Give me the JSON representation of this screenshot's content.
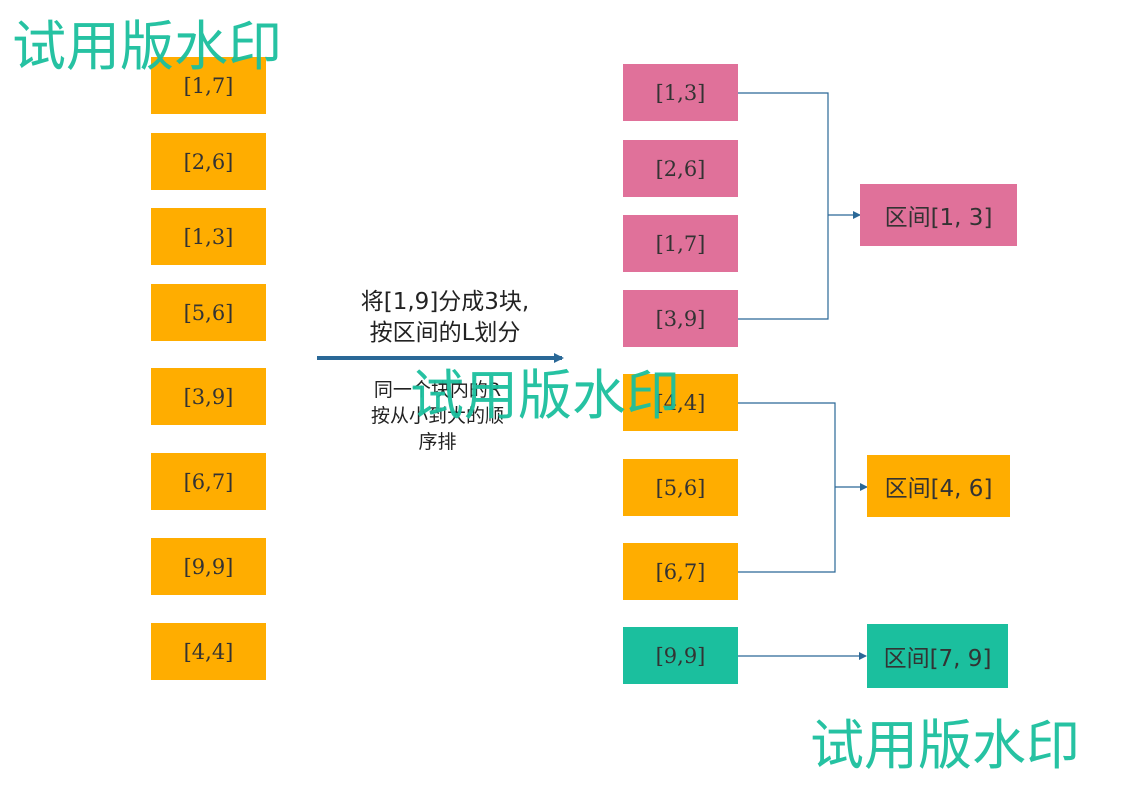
{
  "left_column": {
    "items": [
      "[1,7]",
      "[2,6]",
      "[1,3]",
      "[5,6]",
      "[3,9]",
      "[6,7]",
      "[9,9]",
      "[4,4]"
    ]
  },
  "right_column": {
    "items": [
      "[1,3]",
      "[2,6]",
      "[1,7]",
      "[3,9]",
      "[4,4]",
      "[5,6]",
      "[6,7]",
      "[9,9]"
    ]
  },
  "caption": {
    "line1": "将[1,9]分成3块,",
    "line2": "按区间的L划分",
    "sub1": "同一个块内的R",
    "sub2": "按从小到大的顺",
    "sub3": "序排"
  },
  "blocks": [
    {
      "label": "区间[1, 3]"
    },
    {
      "label": "区间[4, 6]"
    },
    {
      "label": "区间[7, 9]"
    }
  ],
  "watermark": "试用版水印",
  "colors": {
    "orange": "#ffad00",
    "pink": "#e0719a",
    "teal": "#1bbf9e",
    "arrow": "#2a6897",
    "connector": "#2a6897",
    "watermark": "#1bbf9e"
  }
}
